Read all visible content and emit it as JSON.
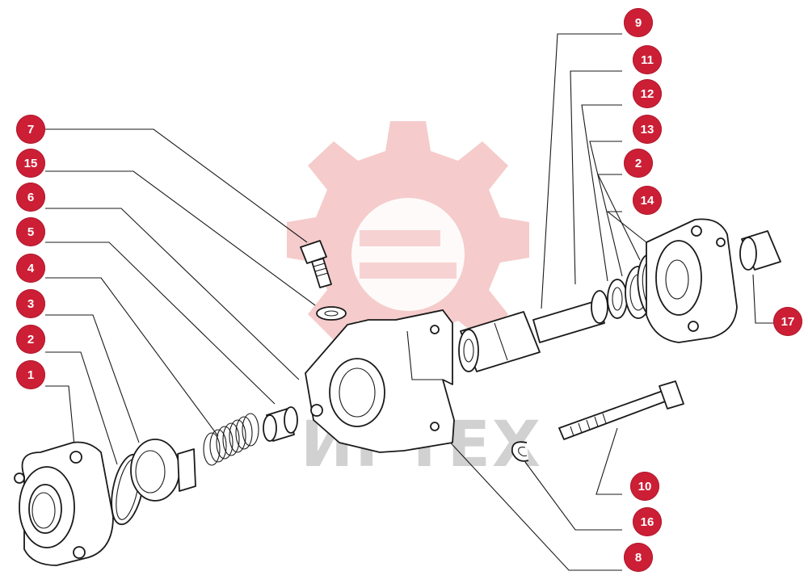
{
  "diagram": {
    "watermark": {
      "text": "ИРТЕХ",
      "gear_color": "#f2b9b9",
      "text_color": "#c9c9c9"
    },
    "callout_color": "#cc1f36",
    "callouts_left": [
      "7",
      "15",
      "6",
      "5",
      "4",
      "3",
      "2",
      "1"
    ],
    "callouts_right": [
      "9",
      "11",
      "12",
      "13",
      "2",
      "14",
      "17",
      "10",
      "16",
      "8"
    ]
  }
}
